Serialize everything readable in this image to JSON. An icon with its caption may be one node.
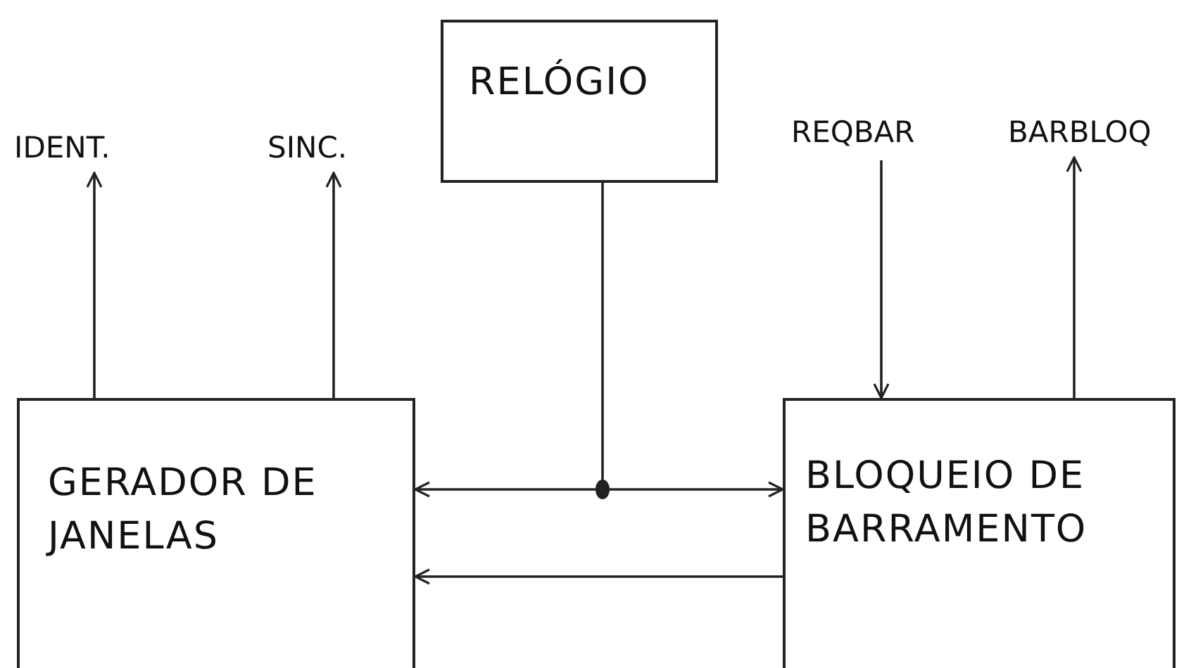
{
  "diagram": {
    "nodes": [
      {
        "text": [
          "RELÓGIO"
        ]
      },
      {
        "text": [
          "GERADOR DE JANELAS"
        ]
      },
      {
        "text": [
          "BLOQUEIO DE BARRAMENTO"
        ]
      },
      {
        "text": [
          "IDENT."
        ]
      },
      {
        "text": [
          "SINC."
        ]
      },
      {
        "text": [
          "REQBAR"
        ]
      },
      {
        "text": [
          "BARBLOQ"
        ]
      },
      {
        "text": [],
        "shape": "circle"
      }
    ],
    "edges": [
      {
        "from": 1,
        "to": 3,
        "arrow": "to"
      },
      {
        "from": 1,
        "to": 4,
        "arrow": "to"
      },
      {
        "from": 5,
        "to": 2,
        "arrow": "to"
      },
      {
        "from": 2,
        "to": 6,
        "arrow": "to"
      },
      {
        "from": 0,
        "to": 7,
        "arrow": "none"
      },
      {
        "from": 7,
        "to": 1,
        "arrow": "to"
      },
      {
        "from": 7,
        "to": 2,
        "arrow": "to"
      },
      {
        "from": 2,
        "to": 1,
        "arrow": "to"
      }
    ]
  }
}
